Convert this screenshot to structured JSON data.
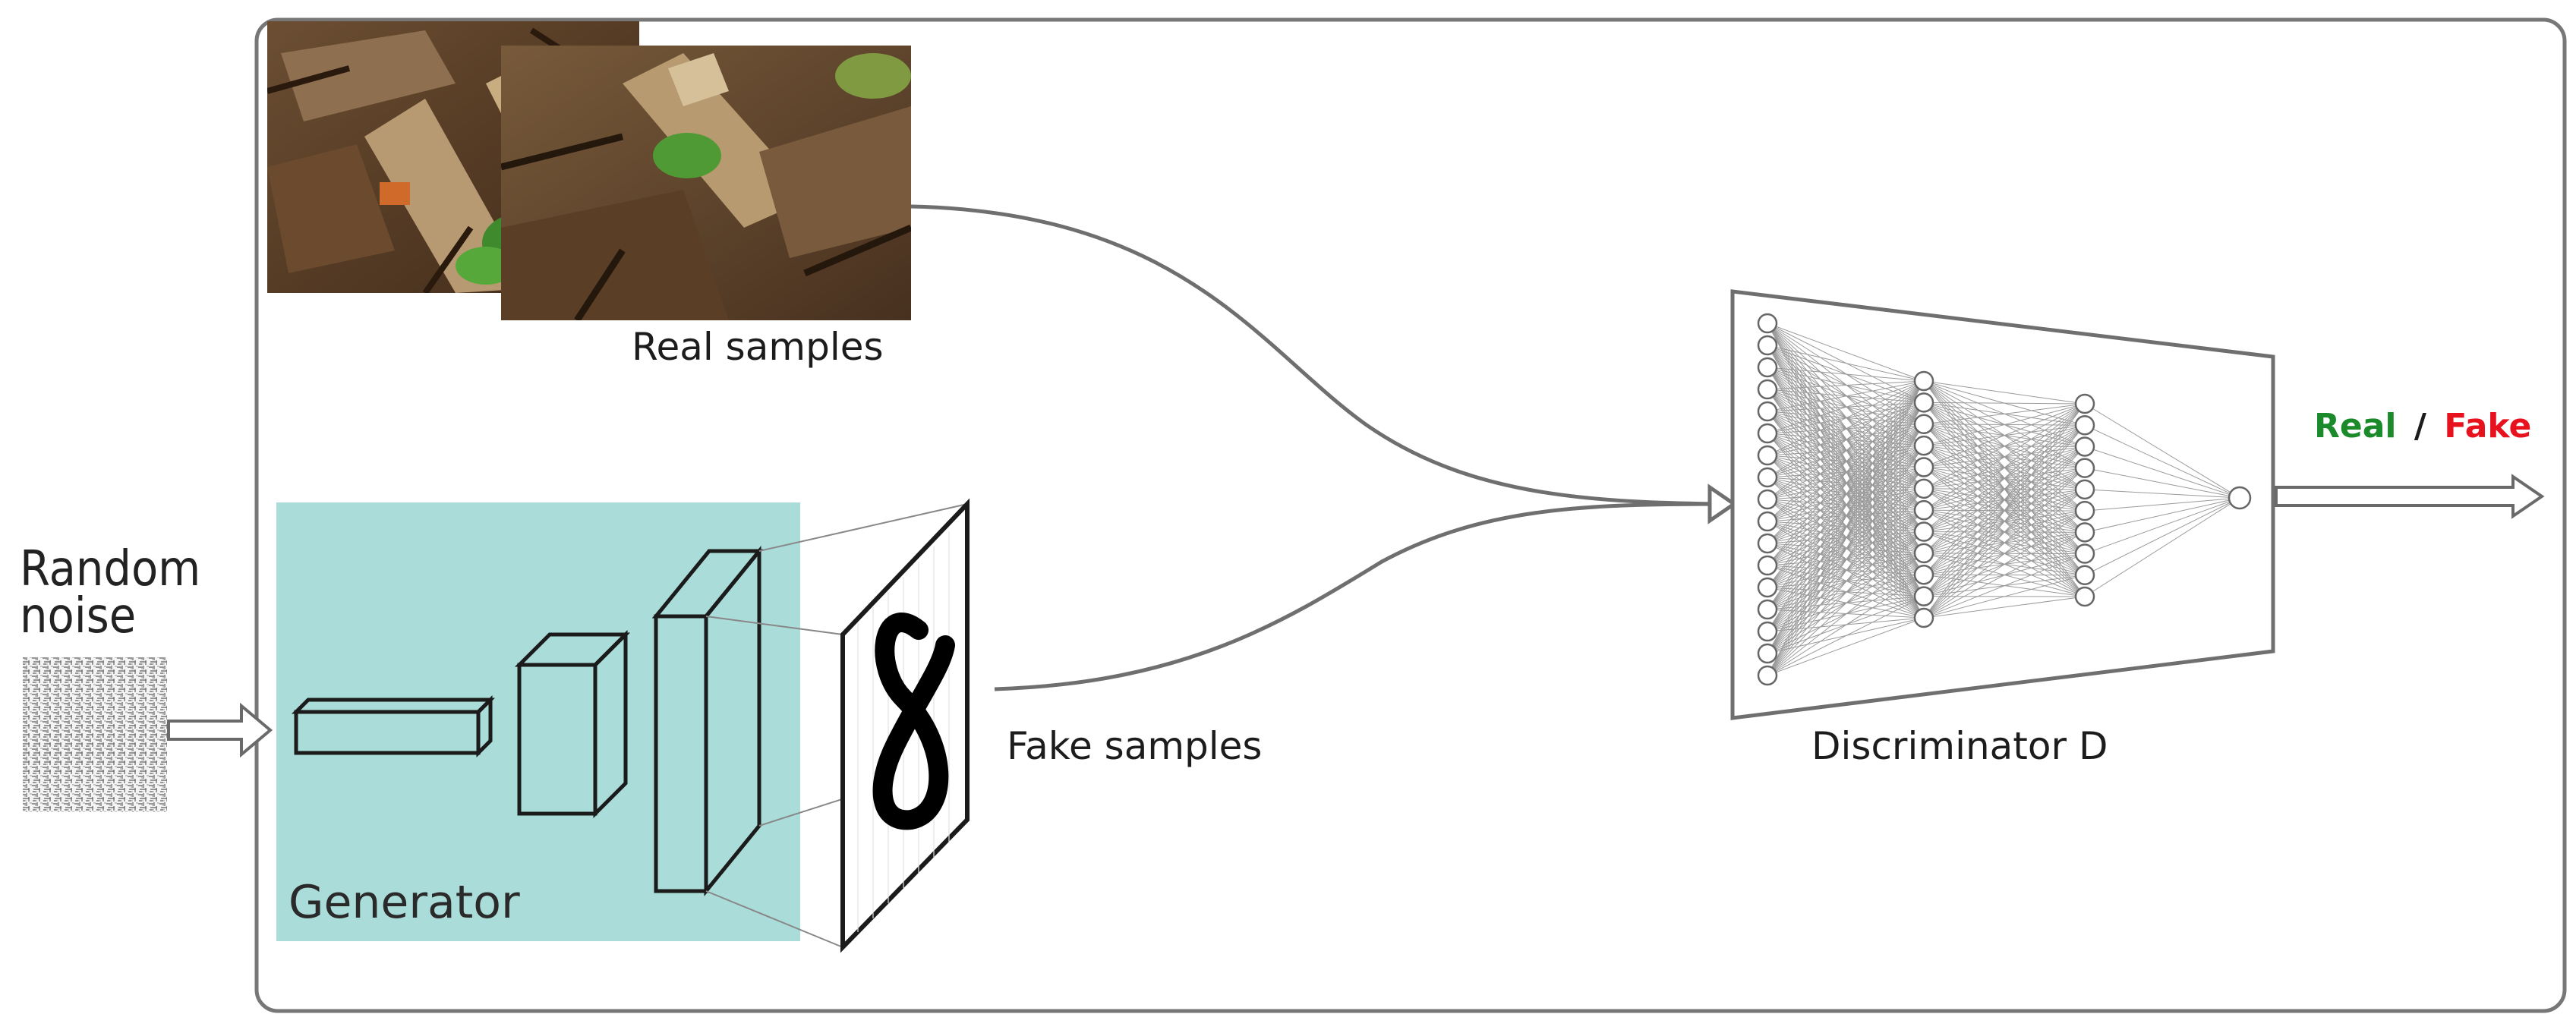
{
  "diagram": {
    "noise_label_line1": "Random",
    "noise_label_line2": "noise",
    "generator_label": "Generator",
    "real_samples_label": "Real  samples",
    "fake_samples_label": "Fake  samples",
    "discriminator_label": "Discriminator  D",
    "output": {
      "real": "Real",
      "separator": "/",
      "fake": "Fake"
    }
  },
  "colors": {
    "generator_fill": "#aadcda",
    "real_text": "#1a8a2a",
    "fake_text": "#e8121e",
    "frame_stroke": "#777777",
    "arrow_stroke": "#6f6f6f"
  }
}
